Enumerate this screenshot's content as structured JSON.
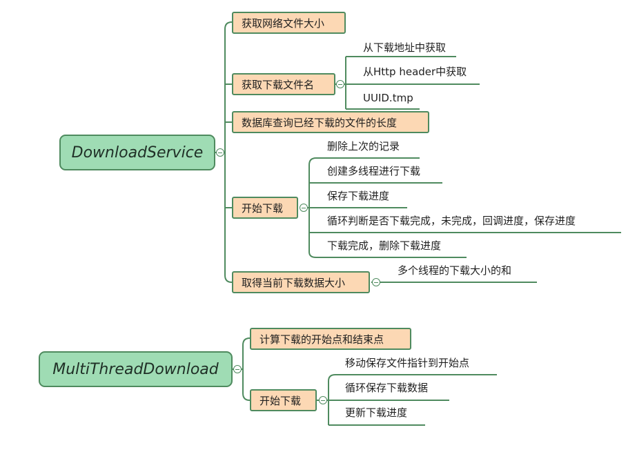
{
  "maps": [
    {
      "root": "DownloadService",
      "branches": [
        {
          "label": "获取网络文件大小",
          "children": []
        },
        {
          "label": "获取下载文件名",
          "children": [
            "从下载地址中获取",
            "从Http header中获取",
            "UUID.tmp"
          ]
        },
        {
          "label": "数据库查询已经下载的文件的长度",
          "children": []
        },
        {
          "label": "开始下载",
          "children": [
            "删除上次的记录",
            "创建多线程进行下载",
            "保存下载进度",
            "循环判断是否下载完成，未完成，回调进度，保存进度",
            "下载完成，删除下载进度"
          ]
        },
        {
          "label": "取得当前下载数据大小",
          "children": [
            "多个线程的下载大小的和"
          ]
        }
      ]
    },
    {
      "root": "MultiThreadDownload",
      "branches": [
        {
          "label": "计算下载的开始点和结束点",
          "children": []
        },
        {
          "label": "开始下载",
          "children": [
            "移动保存文件指针到开始点",
            "循环保存下载数据",
            "更新下载进度"
          ]
        }
      ]
    }
  ],
  "colors": {
    "line": "#4e8a5e",
    "root_fill": "#9fdcb4",
    "branch_fill": "#fcd8b4"
  }
}
